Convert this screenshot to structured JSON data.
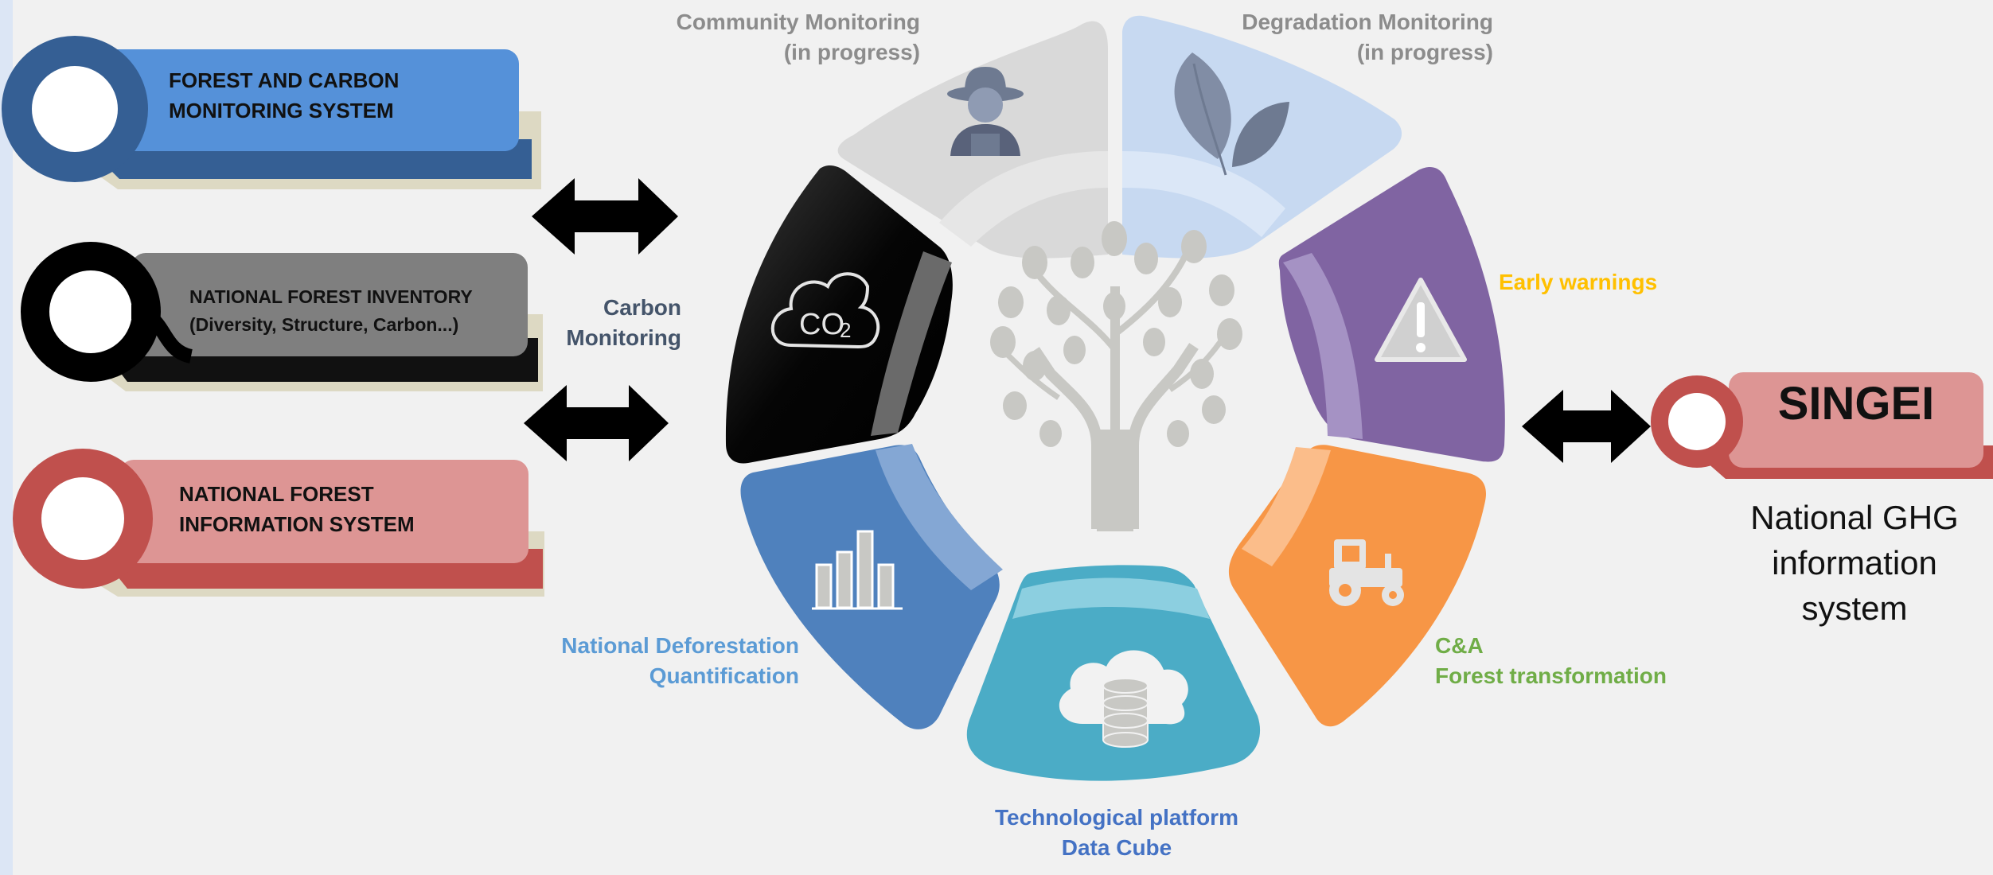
{
  "colors": {
    "background": "#f1f1f1",
    "blue_system": "#5591d9",
    "blue_system_dark": "#355f94",
    "gray_system": "#7f7f7f",
    "red_system": "#dd9594",
    "red_system_dark": "#c0504d",
    "carbon": "#050505",
    "community": "#d9d9d9",
    "degradation": "#c7d9f1",
    "early_warning": "#8064a2",
    "agriculture": "#f79646",
    "data_cube": "#4bacc6",
    "deforestation": "#4f81bd",
    "label_gray": "#8c8c8c",
    "label_navy": "#44546a",
    "label_yellow": "#ffc000",
    "label_green": "#70ad47",
    "label_lightblue": "#5b9bd5",
    "label_blue": "#4472c4"
  },
  "systems": {
    "forest_carbon": {
      "lines": [
        "FOREST AND CARBON",
        "MONITORING SYSTEM"
      ]
    },
    "forest_inventory": {
      "lines": [
        "NATIONAL FOREST INVENTORY",
        "(Diversity, Structure, Carbon...)"
      ]
    },
    "forest_info": {
      "lines": [
        "NATIONAL FOREST",
        "INFORMATION SYSTEM"
      ]
    }
  },
  "singei": {
    "title": "SINGEI",
    "subtitle_lines": [
      "National GHG",
      "information",
      "system"
    ]
  },
  "segments": {
    "community": {
      "label_lines": [
        "Community Monitoring",
        "(in progress)"
      ],
      "icon": "farmer-icon"
    },
    "degradation": {
      "label_lines": [
        "Degradation Monitoring",
        "(in progress)"
      ],
      "icon": "leaves-icon"
    },
    "early_warnings": {
      "label_lines": [
        "Early warnings"
      ],
      "icon": "warning-icon"
    },
    "forest_transformation": {
      "label_lines": [
        "C&A",
        "Forest transformation"
      ],
      "icon": "tractor-icon"
    },
    "data_cube": {
      "label_lines": [
        "Technological platform",
        "Data Cube"
      ],
      "icon": "cloud-database-icon"
    },
    "deforestation": {
      "label_lines": [
        "National Deforestation",
        "Quantification"
      ],
      "icon": "bar-chart-icon"
    },
    "carbon": {
      "label_lines": [
        "Carbon",
        "Monitoring"
      ],
      "icon": "co2-cloud-icon",
      "co2_text": "CO",
      "co2_sub": "2"
    }
  },
  "center_icon": "tree-icon"
}
